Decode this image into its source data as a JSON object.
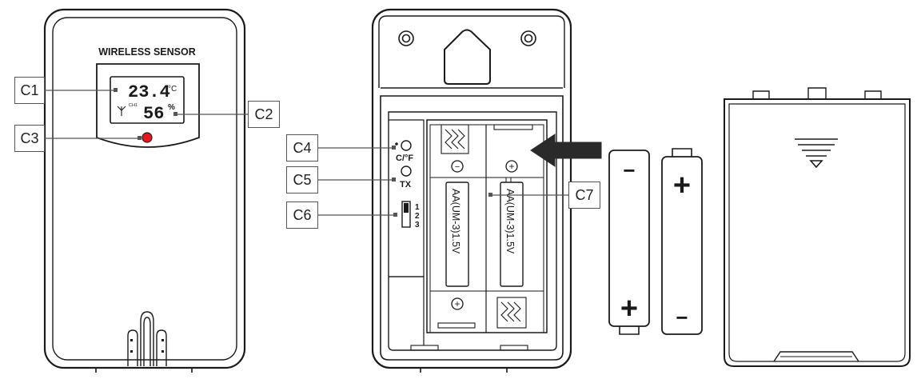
{
  "sensor_front": {
    "title": "WIRELESS SENSOR",
    "temperature": "23.4",
    "temp_unit": "°C",
    "humidity": "56",
    "humidity_unit": "%",
    "channel": "CH1"
  },
  "battery_compartment": {
    "cf_switch_label": "C/°F",
    "tx_label": "TX",
    "channel_positions": [
      "1",
      "2",
      "3"
    ],
    "battery_slot_text": "AA(UM-3)1.5V",
    "minus_symbol": "−",
    "plus_symbol": "+"
  },
  "loose_batteries": {
    "battery_left_top": "−",
    "battery_left_bottom": "+",
    "battery_right_top": "+",
    "battery_right_bottom": "−"
  },
  "callouts": {
    "c1": "C1",
    "c2": "C2",
    "c3": "C3",
    "c4": "C4",
    "c5": "C5",
    "c6": "C6",
    "c7": "C7"
  },
  "colors": {
    "line": "#1a1a1a",
    "led": "#e8141e",
    "arrow": "#2a2a2a",
    "background": "#ffffff"
  }
}
